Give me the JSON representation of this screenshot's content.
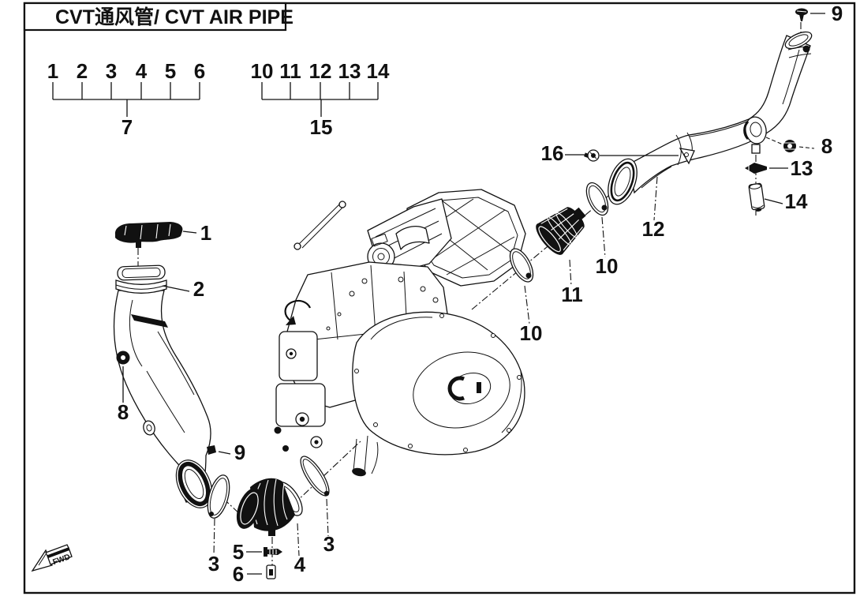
{
  "title": {
    "text": "CVT通风管/ CVT AIR PIPE"
  },
  "fwd": {
    "label": "FWD"
  },
  "groups": {
    "left": {
      "numbers": [
        "1",
        "2",
        "3",
        "4",
        "5",
        "6"
      ],
      "label": "7"
    },
    "right": {
      "numbers": [
        "10",
        "11",
        "12",
        "13",
        "14"
      ],
      "label": "15"
    }
  },
  "callouts": {
    "cap": "1",
    "breather_pipe": "2",
    "ring_left": "3",
    "ring_right": "3",
    "elbow_duct": "4",
    "elbow_screw": "5",
    "bushing": "6",
    "nut_left": "8",
    "nut_right": "8",
    "screw_left": "9",
    "screw_top": "9",
    "clamp_lower": "10",
    "clamp_upper": "10",
    "filter": "11",
    "air_pipe": "12",
    "clip": "13",
    "spacer": "14",
    "screw_front": "16"
  },
  "colors": {
    "line": "#111111",
    "background": "#ffffff"
  }
}
